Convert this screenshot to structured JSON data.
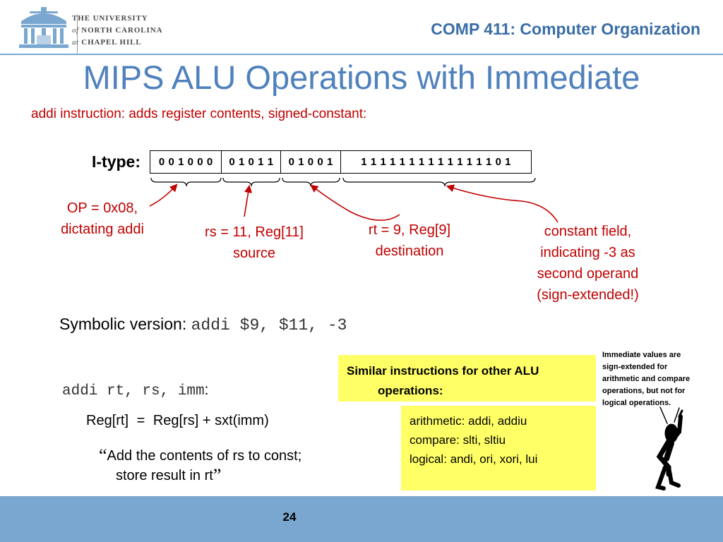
{
  "header": {
    "university_line1": "THE UNIVERSITY",
    "university_line2_prefix": "of",
    "university_line2": "NORTH CAROLINA",
    "university_line3_prefix": "at",
    "university_line3": "CHAPEL HILL",
    "course": "COMP 411: Computer Organization"
  },
  "slide": {
    "title": "MIPS ALU Operations with Immediate",
    "subtitle": "addi instruction: adds register contents, signed-constant:",
    "itype_label": "I-type:",
    "fields": [
      {
        "name": "op",
        "bits": [
          "0",
          "0",
          "1",
          "0",
          "0",
          "0"
        ]
      },
      {
        "name": "rs",
        "bits": [
          "0",
          "1",
          "0",
          "1",
          "1"
        ]
      },
      {
        "name": "rt",
        "bits": [
          "0",
          "1",
          "0",
          "0",
          "1"
        ]
      },
      {
        "name": "imm",
        "bits": [
          "1",
          "1",
          "1",
          "1",
          "1",
          "1",
          "1",
          "1",
          "1",
          "1",
          "1",
          "1",
          "1",
          "1",
          "0",
          "1"
        ]
      }
    ],
    "notes": {
      "op": [
        "OP = 0x08,",
        "dictating addi"
      ],
      "rs": [
        "rs = 11, Reg[11]",
        "source"
      ],
      "rt": [
        "rt = 9, Reg[9]",
        "destination"
      ],
      "const": [
        "constant field,",
        "indicating -3 as",
        "second operand",
        "(sign-extended!)"
      ]
    },
    "symbolic_label": "Symbolic version:",
    "symbolic_code": "addi $9, $11, -3",
    "asm_format": "addi rt, rs, imm",
    "asm_colon": ":",
    "formula_left": "Reg[rt]",
    "formula_op": "=",
    "formula_right": "Reg[rs] + sxt(imm)",
    "quote_open": "“",
    "quote_line1": "Add the contents of rs to const;",
    "quote_line2": "store result in rt",
    "quote_close": "”",
    "similar_line1": "Similar instructions for other ALU",
    "similar_line2": "operations:",
    "list": [
      "arithmetic:  addi, addiu",
      "compare: slti, sltiu",
      "logical: andi, ori, xori, lui"
    ],
    "side_note": [
      "Immediate values are",
      "sign-extended for",
      "arithmetic and compare",
      "operations, but not for",
      "logical operations."
    ]
  },
  "footer": {
    "page": "24"
  },
  "colors": {
    "title": "#4f81bd",
    "course": "#3a6ea5",
    "note_red": "#c00000",
    "highlight": "#ffff66",
    "footer": "#7aa7cf"
  }
}
